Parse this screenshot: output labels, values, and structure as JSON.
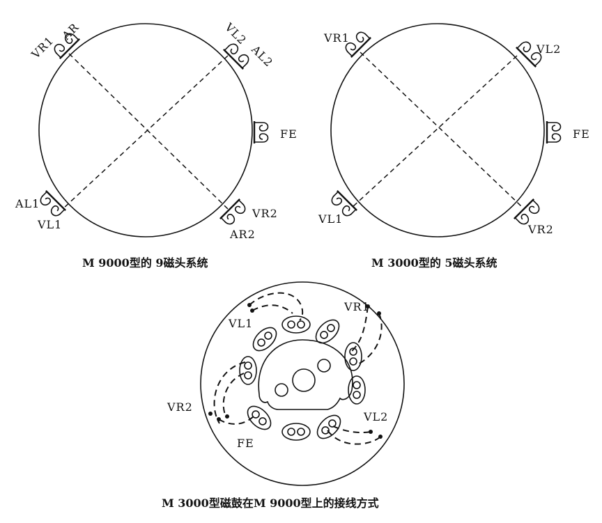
{
  "figure_top_left": {
    "caption": "M 9000型的 9磁头系统",
    "labels": {
      "vr1": "VR1",
      "ar": "AR",
      "vl2": "VL2",
      "al2": "AL2",
      "fe": "FE",
      "al1": "AL1",
      "vl1": "VL1",
      "vr2": "VR2",
      "ar2": "AR2"
    }
  },
  "figure_top_right": {
    "caption": "M 3000型的 5磁头系统",
    "labels": {
      "vr1": "VR1",
      "vl2": "VL2",
      "fe": "FE",
      "vl1": "VL1",
      "vr2": "VR2"
    }
  },
  "figure_bottom": {
    "caption": "M 3000型磁鼓在M 9000型上的接线方式",
    "labels": {
      "vl1": "VL1",
      "vr1": "VR1",
      "vr2": "VR2",
      "fe": "FE",
      "vl2": "VL2"
    }
  }
}
